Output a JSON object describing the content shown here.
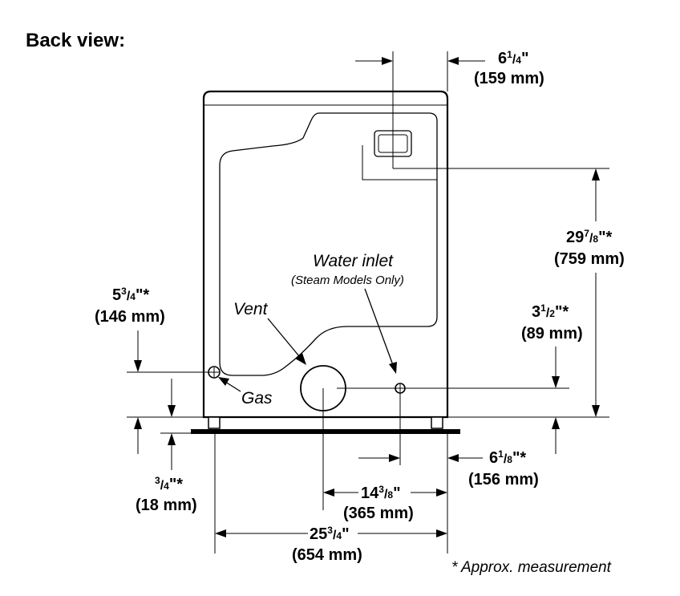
{
  "title": "Back view:",
  "labels": {
    "water_inlet": "Water inlet",
    "steam_note": "(Steam Models Only)",
    "vent": "Vent",
    "gas": "Gas"
  },
  "dimensions": {
    "top_offset": {
      "whole": "6",
      "num": "1",
      "den": "4",
      "suffix": "\"",
      "metric": "(159 mm)"
    },
    "height_total": {
      "whole": "29",
      "num": "7",
      "den": "8",
      "suffix": "\"*",
      "metric": "(759 mm)"
    },
    "vent_height": {
      "whole": "3",
      "num": "1",
      "den": "2",
      "suffix": "\"*",
      "metric": "(89 mm)"
    },
    "gas_height": {
      "whole": "5",
      "num": "3",
      "den": "4",
      "suffix": "\"*",
      "metric": "(146 mm)"
    },
    "foot_height": {
      "whole": "",
      "num": "3",
      "den": "4",
      "suffix": "\"*",
      "metric": "(18 mm)"
    },
    "right_offset": {
      "whole": "6",
      "num": "1",
      "den": "8",
      "suffix": "\"*",
      "metric": "(156 mm)"
    },
    "vent_to_side": {
      "whole": "14",
      "num": "3",
      "den": "8",
      "suffix": "\"",
      "metric": "(365 mm)"
    },
    "width_total": {
      "whole": "25",
      "num": "3",
      "den": "4",
      "suffix": "\"",
      "metric": "(654 mm)"
    }
  },
  "footnote": "* Approx. measurement"
}
